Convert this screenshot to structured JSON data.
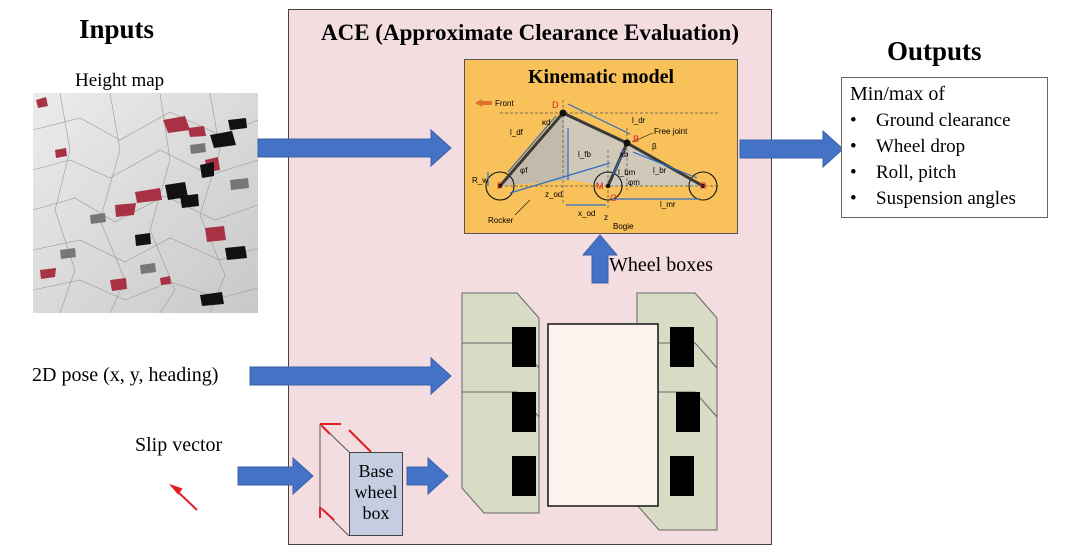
{
  "inputs": {
    "title": "Inputs",
    "height_map_label": "Height map",
    "pose_label": "2D pose (x, y, heading)",
    "slip_label": "Slip vector"
  },
  "ace": {
    "title": "ACE (Approximate Clearance Evaluation)",
    "kinematic_title": "Kinematic model",
    "wheel_boxes_label": "Wheel boxes",
    "base_box_label": [
      "Base",
      "wheel",
      "box"
    ],
    "diagram_labels": {
      "front": "Front",
      "free_joint": "Free joint",
      "rocker": "Rocker",
      "bogie": "Bogie",
      "d": "D",
      "b": "B",
      "f": "F",
      "m": "M",
      "r": "R",
      "o": "O",
      "l_df": "l_df",
      "l_dr": "l_dr",
      "l_fb": "l_fb",
      "l_bm": "l_bm",
      "l_br": "l_br",
      "z_od": "z_od",
      "x_od": "x_od",
      "l_mr": "l_mr",
      "r_w": "R_w",
      "kappa_d": "κd",
      "kappa_b": "κb",
      "phi_f": "φf",
      "phi_m": "φm",
      "beta": "β",
      "z": "z"
    }
  },
  "outputs": {
    "title": "Outputs",
    "heading": "Min/max of",
    "items": [
      "Ground clearance",
      "Wheel drop",
      "Roll, pitch",
      "Suspension angles"
    ],
    "bullet": "•"
  },
  "colors": {
    "panel_bg": "#f3dde0",
    "kinematic_bg": "#f8c15a",
    "arrow": "#4472c4",
    "wheel_box_fill": "#d9dcc4",
    "base_box_fill": "#c5cde0",
    "slip_red": "#e02020",
    "diagram_blue": "#2e6fc4",
    "diagram_red": "#e02020"
  }
}
